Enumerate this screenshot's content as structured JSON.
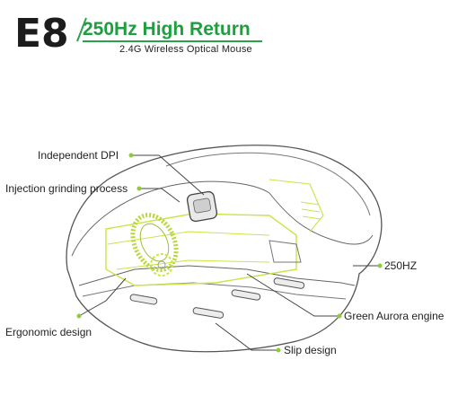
{
  "header": {
    "model": "E8",
    "title": "250Hz  High Return",
    "subtitle": "2.4G Wireless Optical Mouse"
  },
  "callouts": {
    "independent_dpi": "Independent DPI",
    "injection_grinding": "Injection grinding process",
    "rate_250hz": "250HZ",
    "green_aurora": "Green Aurora engine",
    "ergonomic": "Ergonomic design",
    "slip": "Slip design"
  },
  "colors": {
    "accent": "#2aa24a",
    "guide_lines": "#c8e645",
    "outline": "#555555",
    "leader_dot": "#8ecb3a"
  }
}
